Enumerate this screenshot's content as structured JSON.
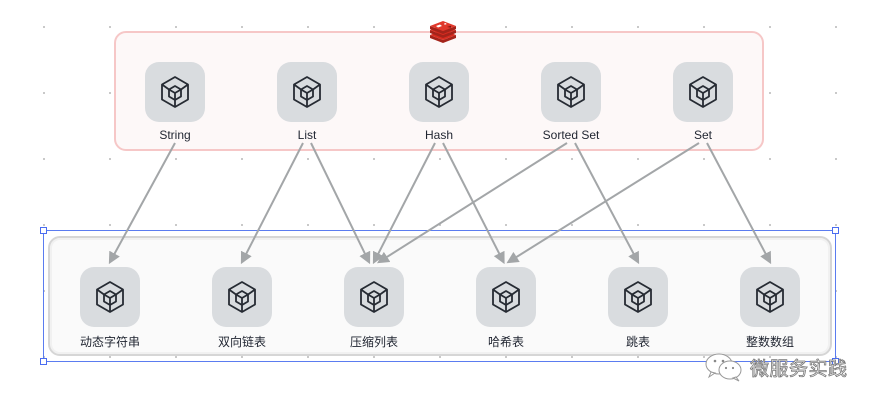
{
  "diagram": {
    "top_group": {
      "logo": "redis-logo",
      "nodes": [
        {
          "id": "string",
          "label": "String",
          "icon": "cube-icon"
        },
        {
          "id": "list",
          "label": "List",
          "icon": "cube-icon"
        },
        {
          "id": "hash",
          "label": "Hash",
          "icon": "cube-icon"
        },
        {
          "id": "zset",
          "label": "Sorted Set",
          "icon": "cube-icon"
        },
        {
          "id": "set",
          "label": "Set",
          "icon": "cube-icon"
        }
      ]
    },
    "bottom_group": {
      "selected": true,
      "nodes": [
        {
          "id": "sds",
          "label": "动态字符串",
          "icon": "cube-icon"
        },
        {
          "id": "linkedlist",
          "label": "双向链表",
          "icon": "cube-icon"
        },
        {
          "id": "ziplist",
          "label": "压缩列表",
          "icon": "cube-icon"
        },
        {
          "id": "hashtable",
          "label": "哈希表",
          "icon": "cube-icon"
        },
        {
          "id": "skiplist",
          "label": "跳表",
          "icon": "cube-icon"
        },
        {
          "id": "intset",
          "label": "整数数组",
          "icon": "cube-icon"
        }
      ]
    },
    "edges": [
      {
        "from": "string",
        "to": "sds"
      },
      {
        "from": "list",
        "to": "linkedlist"
      },
      {
        "from": "list",
        "to": "ziplist"
      },
      {
        "from": "hash",
        "to": "ziplist"
      },
      {
        "from": "hash",
        "to": "hashtable"
      },
      {
        "from": "zset",
        "to": "ziplist"
      },
      {
        "from": "zset",
        "to": "skiplist"
      },
      {
        "from": "set",
        "to": "hashtable"
      },
      {
        "from": "set",
        "to": "intset"
      }
    ],
    "colors": {
      "top_group_border": "#f6c7c7",
      "top_group_fill": "#fdf8f8",
      "bottom_group_border": "#d6d6d6",
      "selection": "#5b7cf0",
      "edge": "#a3a6a8",
      "tile": "#d9dcdf",
      "redis_red": "#d82c20"
    }
  },
  "watermark": {
    "icon": "wechat-icon",
    "text": "微服务实践"
  }
}
